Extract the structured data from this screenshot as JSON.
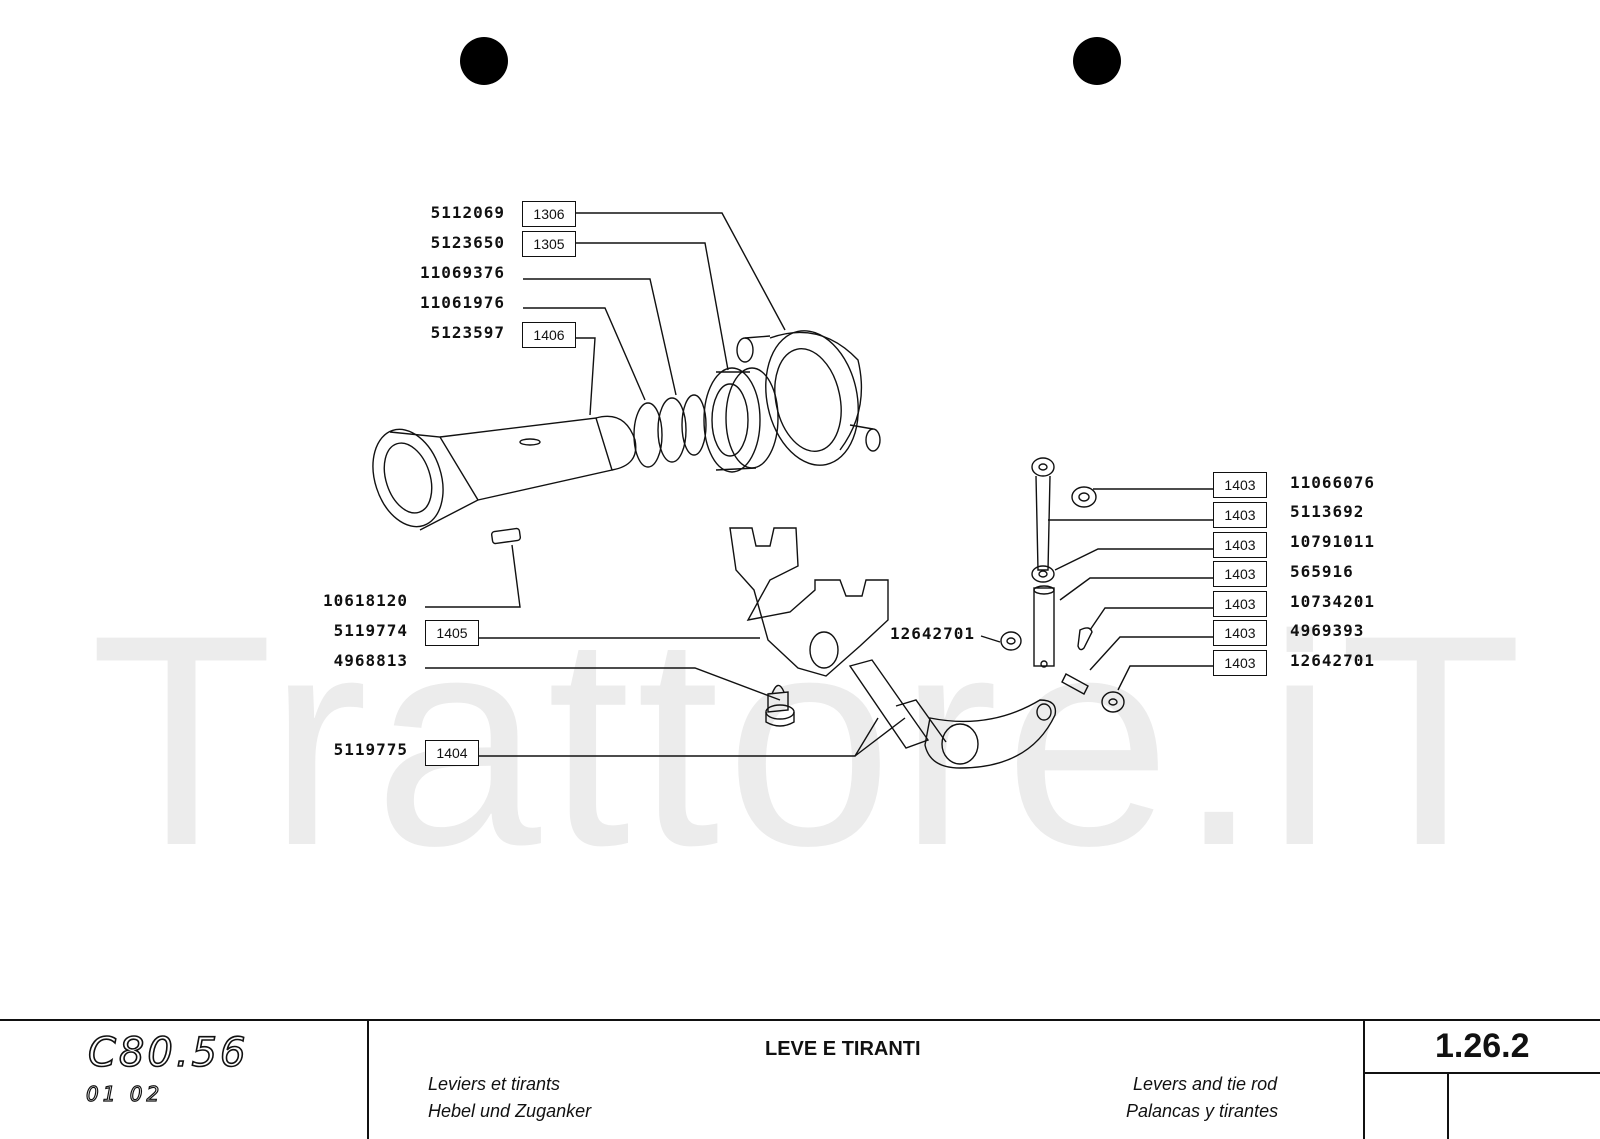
{
  "watermark": "Trattore.iT",
  "callouts_left": [
    {
      "part": "5112069",
      "group": "1306"
    },
    {
      "part": "5123650",
      "group": "1305"
    },
    {
      "part": "11069376",
      "group": ""
    },
    {
      "part": "11061976",
      "group": ""
    },
    {
      "part": "5123597",
      "group": "1406"
    },
    {
      "part": "10618120",
      "group": ""
    },
    {
      "part": "5119774",
      "group": "1405"
    },
    {
      "part": "4968813",
      "group": ""
    },
    {
      "part": "5119775",
      "group": "1404"
    }
  ],
  "callouts_right": [
    {
      "part": "11066076",
      "group": "1403"
    },
    {
      "part": "5113692",
      "group": "1403"
    },
    {
      "part": "10791011",
      "group": "1403"
    },
    {
      "part": "565916",
      "group": "1403"
    },
    {
      "part": "10734201",
      "group": "1403"
    },
    {
      "part": "4969393",
      "group": "1403"
    },
    {
      "part": "12642701",
      "group": "1403"
    }
  ],
  "callout_mid": {
    "part": "12642701"
  },
  "footer": {
    "model": "C80.56",
    "model_sub": "01 02",
    "title": "LEVE E TIRANTI",
    "fr": "Leviers et tirants",
    "de": "Hebel und Zuganker",
    "en": "Levers and tie rod",
    "es": "Palancas y tirantes",
    "section": "1.26.2"
  }
}
